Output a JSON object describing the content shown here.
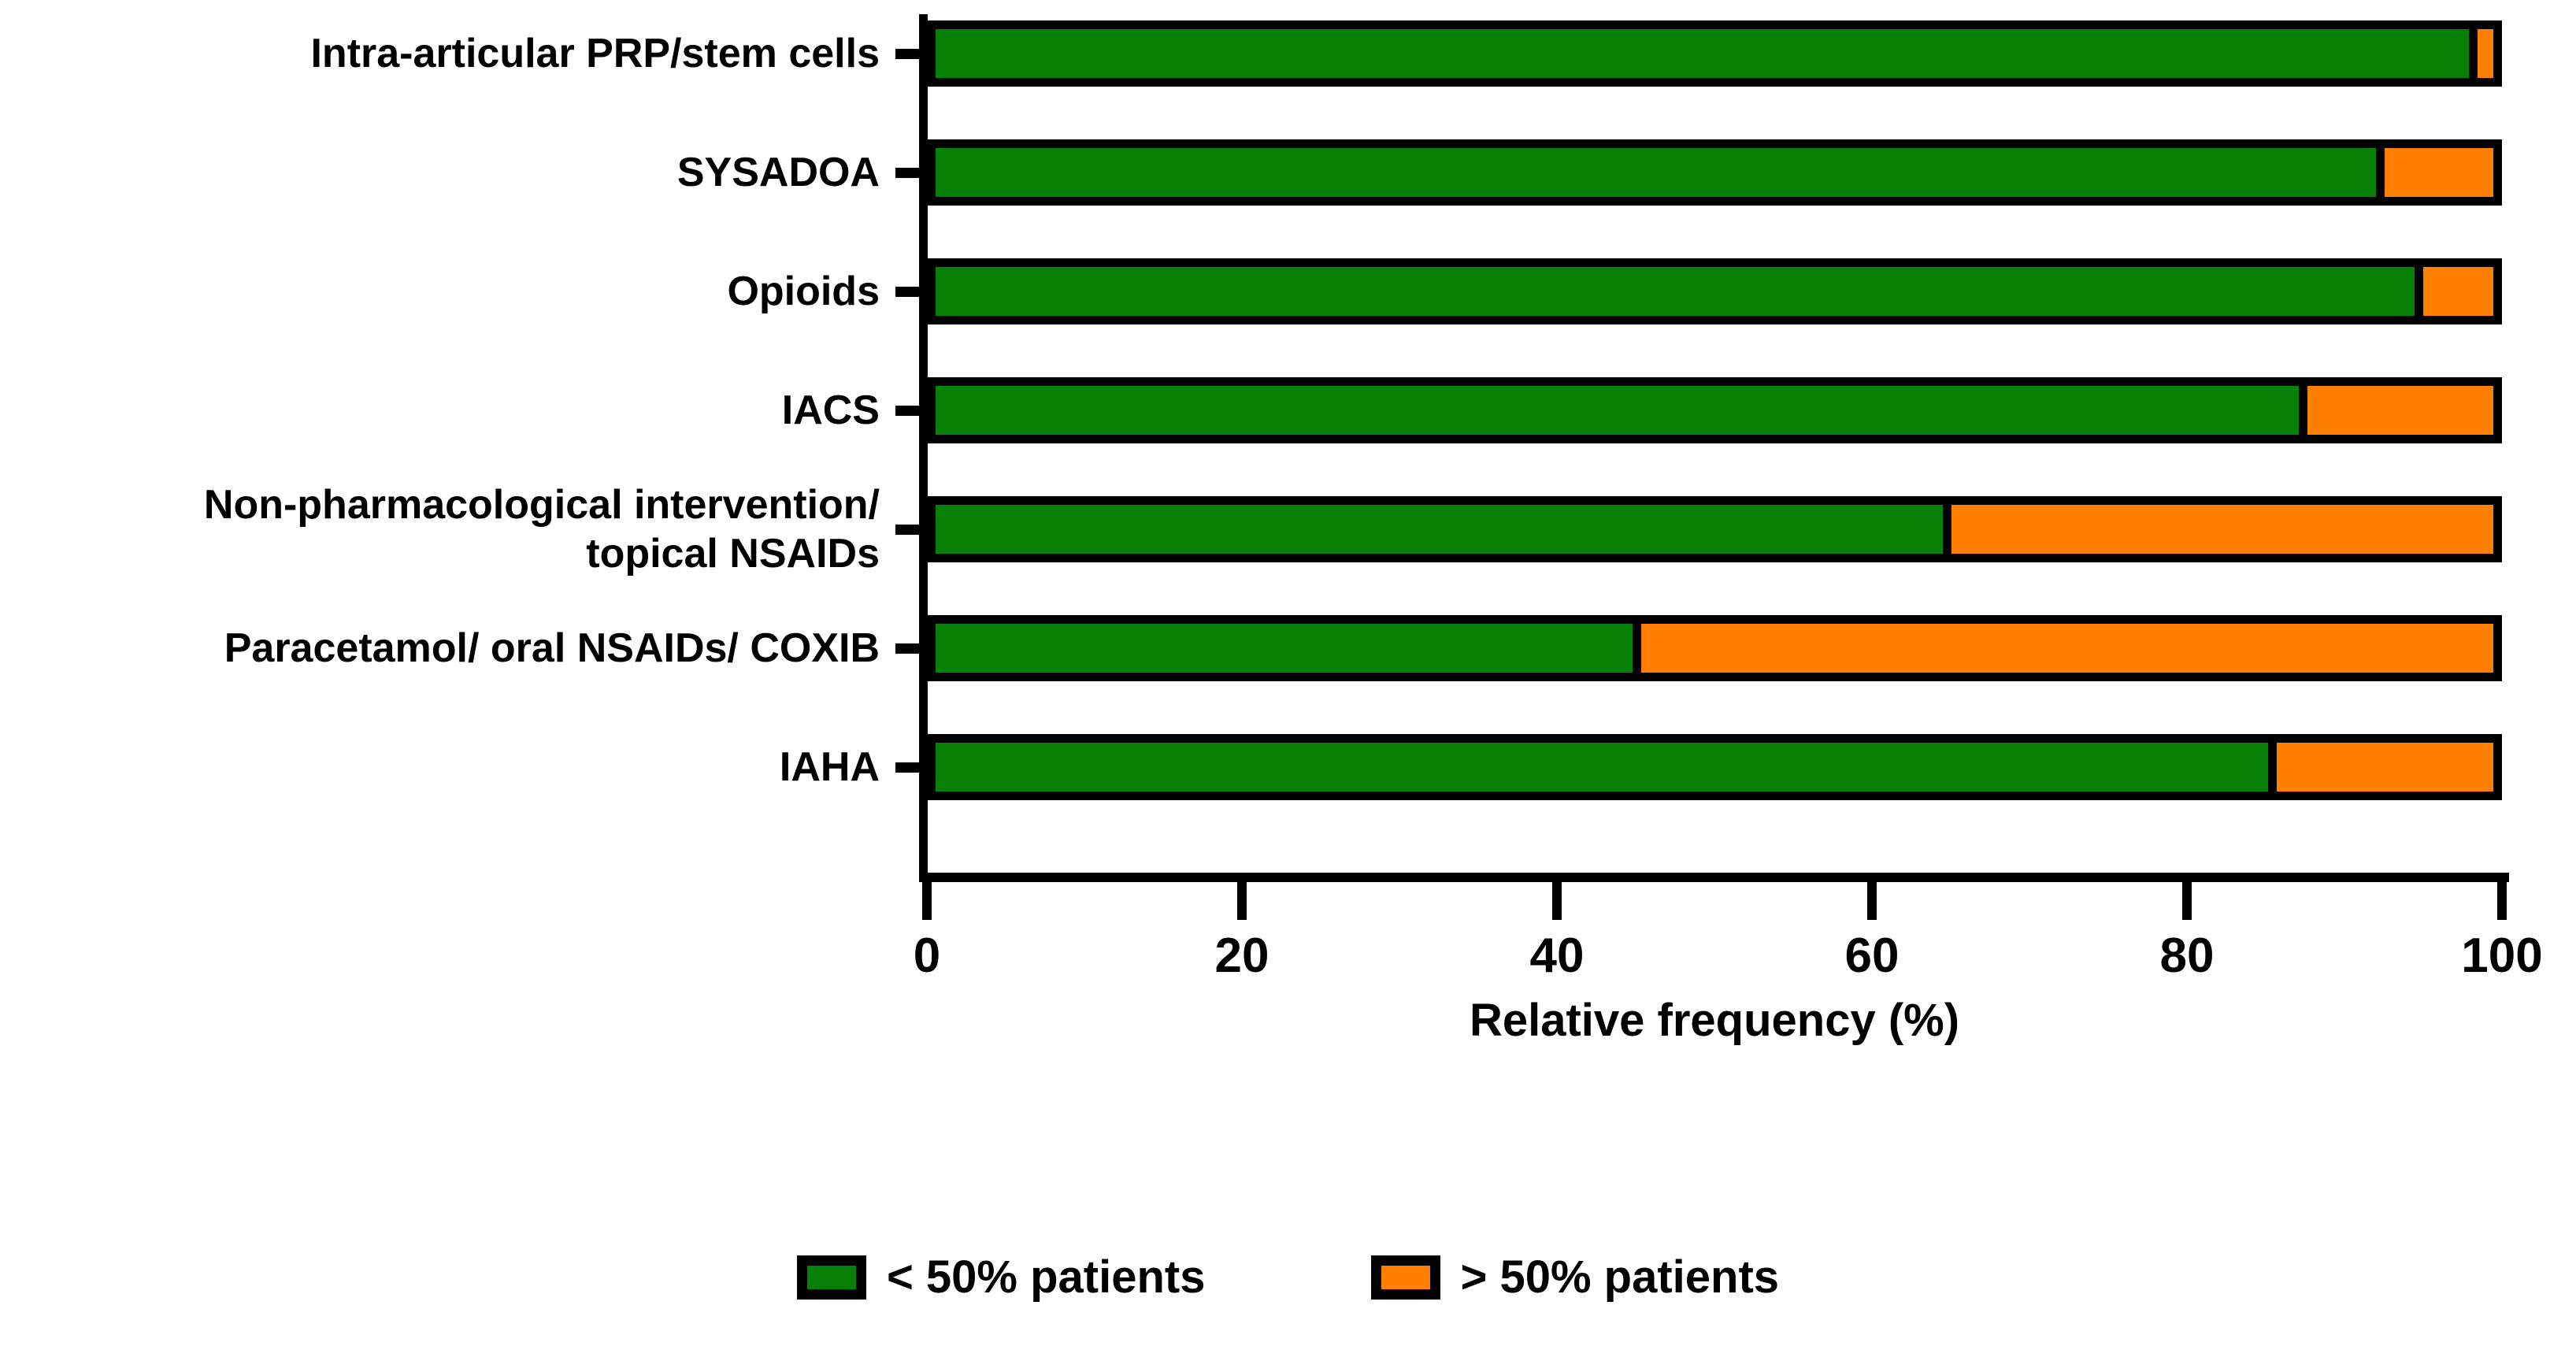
{
  "chart_data": {
    "type": "bar",
    "orientation": "horizontal",
    "stacked": true,
    "title": "",
    "xlabel": "Relative frequency (%)",
    "ylabel": "",
    "xlim": [
      0,
      100
    ],
    "xticks": [
      0,
      20,
      40,
      60,
      80,
      100
    ],
    "xtick_labels": [
      "0",
      "20",
      "40",
      "60",
      "80",
      "100"
    ],
    "grid": false,
    "legend_position": "bottom",
    "categories": [
      "Intra-articular PRP/stem cells",
      "SYSADOA",
      "Opioids",
      "IACS",
      "Non-pharmacological intervention/\ntopical NSAIDs",
      "Paracetamol/ oral NSAIDs/ COXIB",
      "IAHA"
    ],
    "series": [
      {
        "name": "< 50% patients",
        "color": "#078007",
        "values": [
          99,
          93,
          95.5,
          88,
          65,
          45,
          86
        ]
      },
      {
        "name": "> 50% patients",
        "color": "#FF8000",
        "values": [
          1,
          7,
          4.5,
          12,
          35,
          55,
          14
        ]
      }
    ]
  },
  "axis": {
    "x_title": "Relative frequency (%)",
    "x_tick_labels": [
      "0",
      "20",
      "40",
      "60",
      "80",
      "100"
    ]
  },
  "legend": {
    "items": [
      {
        "label": "< 50% patients",
        "color": "#078007",
        "swatch": "legend-swatch-green"
      },
      {
        "label": "> 50% patients",
        "color": "#FF8000",
        "swatch": "legend-swatch-orange"
      }
    ]
  },
  "colors": {
    "green": "#078007",
    "orange": "#FF8000",
    "outline": "#000000",
    "background": "#ffffff"
  }
}
